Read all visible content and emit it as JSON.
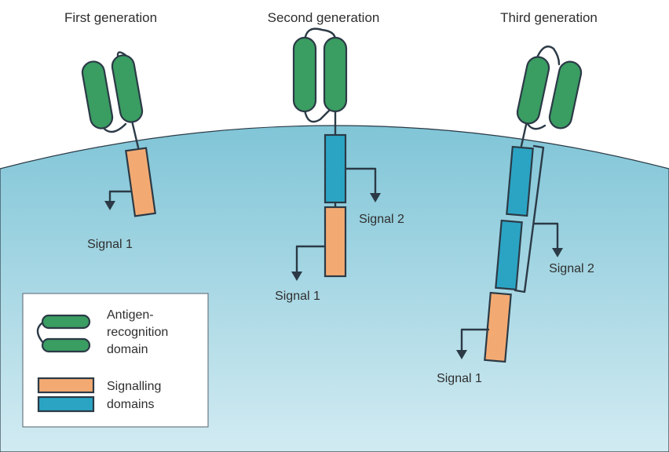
{
  "generations": {
    "first": {
      "title": "First generation",
      "signal1": "Signal 1"
    },
    "second": {
      "title": "Second generation",
      "signal1": "Signal 1",
      "signal2": "Signal 2"
    },
    "third": {
      "title": "Third generation",
      "signal1": "Signal 1",
      "signal2": "Signal 2"
    }
  },
  "legend": {
    "antigen_line1": "Antigen-",
    "antigen_line2": "recognition",
    "antigen_line3": "domain",
    "signalling_line1": "Signalling",
    "signalling_line2": "domains"
  },
  "colors": {
    "antigen": "#3a9d62",
    "costim": "#2ba4c4",
    "signal": "#f3aa72",
    "cell_top": "#7fc4d6",
    "cell_bottom": "#cde8f0"
  }
}
